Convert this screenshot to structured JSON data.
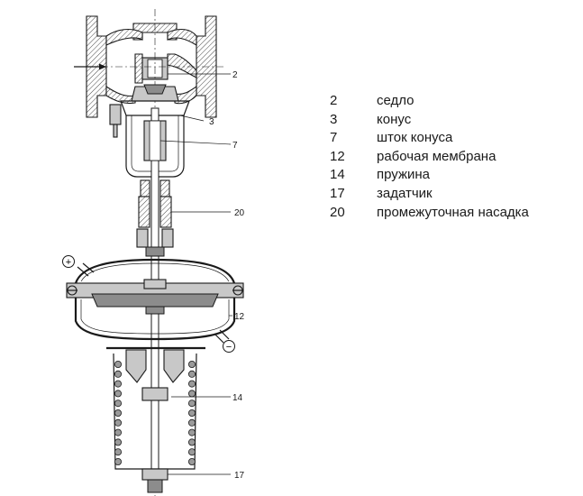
{
  "callouts": [
    {
      "num": "2",
      "label": "седло"
    },
    {
      "num": "3",
      "label": "конус"
    },
    {
      "num": "7",
      "label": "шток конуса"
    },
    {
      "num": "12",
      "label": "рабочая мембрана"
    },
    {
      "num": "14",
      "label": "пружина"
    },
    {
      "num": "17",
      "label": "задатчик"
    },
    {
      "num": "20",
      "label": "промежуточная насадка"
    }
  ],
  "symbols": {
    "plus": "+",
    "minus": "−"
  }
}
